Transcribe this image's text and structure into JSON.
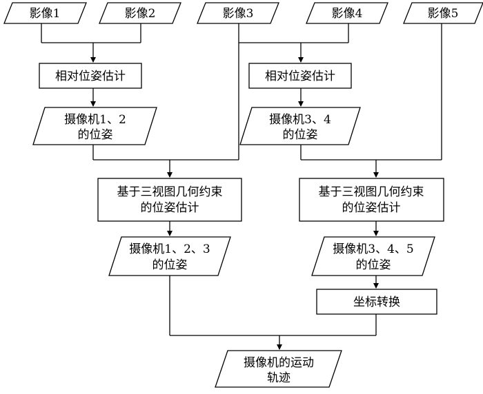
{
  "inputs": {
    "image1": "影像1",
    "image2": "影像2",
    "image3": "影像3",
    "image4": "影像4",
    "image5": "影像5"
  },
  "process": {
    "relative_pose_left": "相对位姿估计",
    "relative_pose_right": "相对位姿估计",
    "three_view_left_line1": "基于三视图几何约束",
    "three_view_left_line2": "的位姿估计",
    "three_view_right_line1": "基于三视图几何约束",
    "three_view_right_line2": "的位姿估计",
    "coord_transform": "坐标转换"
  },
  "outputs": {
    "pose12_line1": "摄像机1、2",
    "pose12_line2": "的位姿",
    "pose34_line1": "摄像机3、4",
    "pose34_line2": "的位姿",
    "pose123_line1": "摄像机1、2、3",
    "pose123_line2": "的位姿",
    "pose345_line1": "摄像机3、4、5",
    "pose345_line2": "的位姿",
    "trajectory_line1": "摄像机的运动",
    "trajectory_line2": "轨迹"
  },
  "colors": {
    "stroke": "#000000",
    "fill": "#ffffff",
    "text": "#000000"
  }
}
